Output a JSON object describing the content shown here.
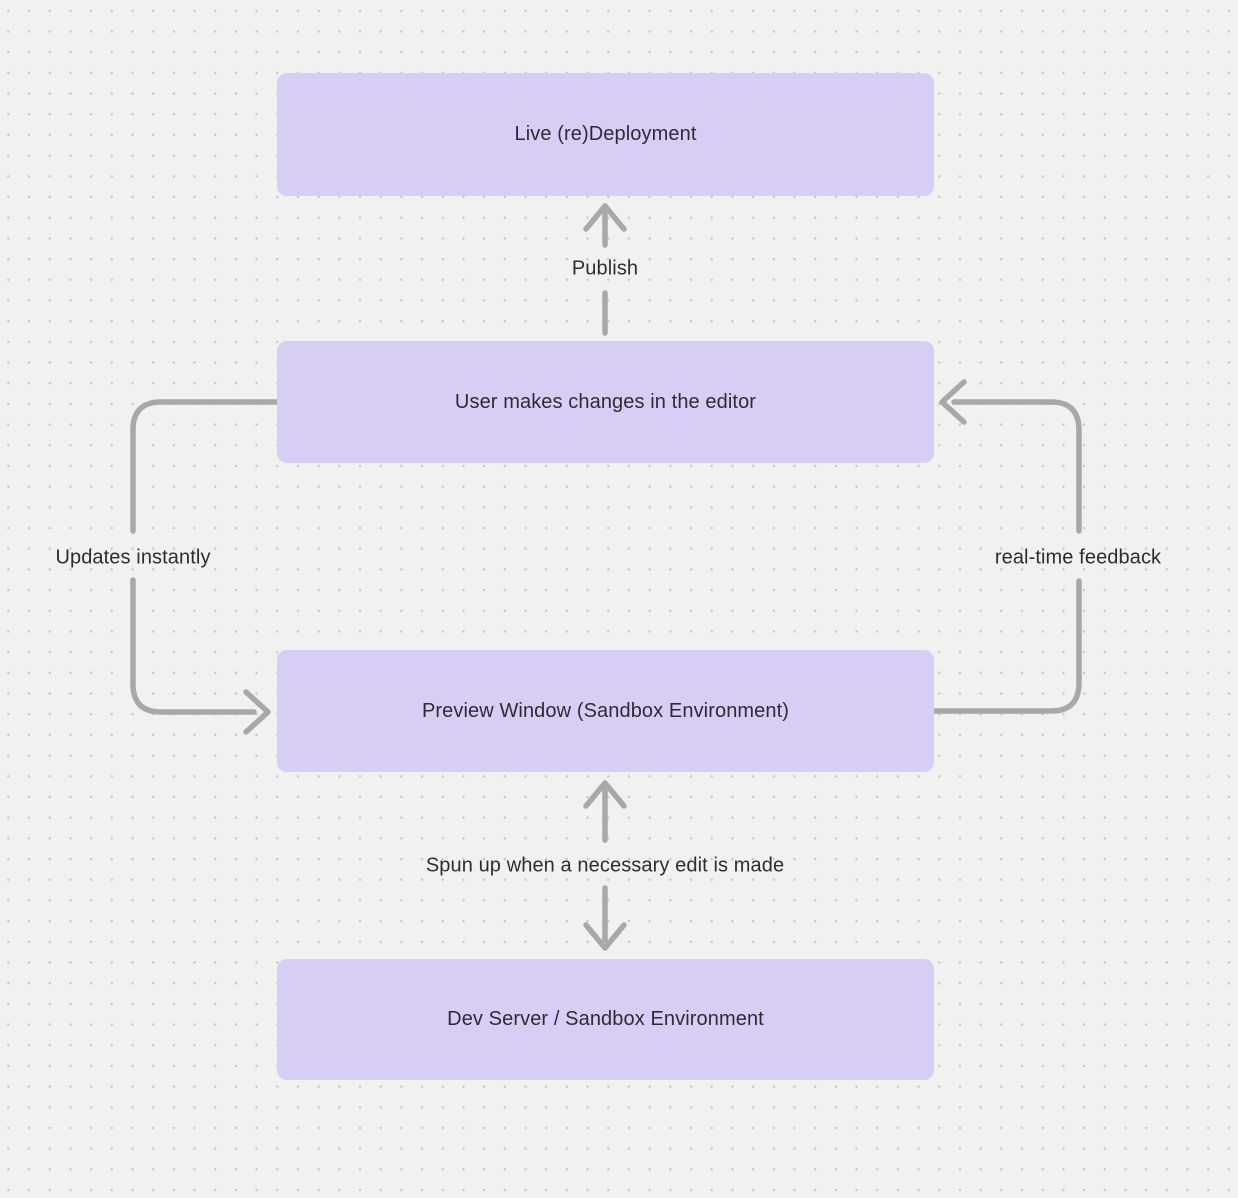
{
  "canvas": {
    "background_color": "#f1f1f0",
    "dot_color": "#c7c7c7",
    "node_fill_color": "#d8cdf5",
    "text_color": "#2d2c33",
    "arrow_color": "#a8a8a8"
  },
  "nodes": [
    {
      "id": "live-redeployment",
      "label": "Live (re)Deployment"
    },
    {
      "id": "user-editor",
      "label": "User makes changes in the editor"
    },
    {
      "id": "preview-window",
      "label": "Preview Window (Sandbox Environment)"
    },
    {
      "id": "dev-server",
      "label": "Dev Server / Sandbox Environment"
    }
  ],
  "edges": [
    {
      "label": "Publish",
      "from": "user-editor",
      "to": "live-redeployment",
      "direction": "up"
    },
    {
      "label": "Updates instantly",
      "from": "user-editor",
      "to": "preview-window",
      "side": "left"
    },
    {
      "label": "real-time feedback",
      "from": "preview-window",
      "to": "user-editor",
      "side": "right"
    },
    {
      "label": "Spun up when a necessary edit is made",
      "from": "dev-server",
      "to": "preview-window",
      "direction": "both"
    }
  ]
}
